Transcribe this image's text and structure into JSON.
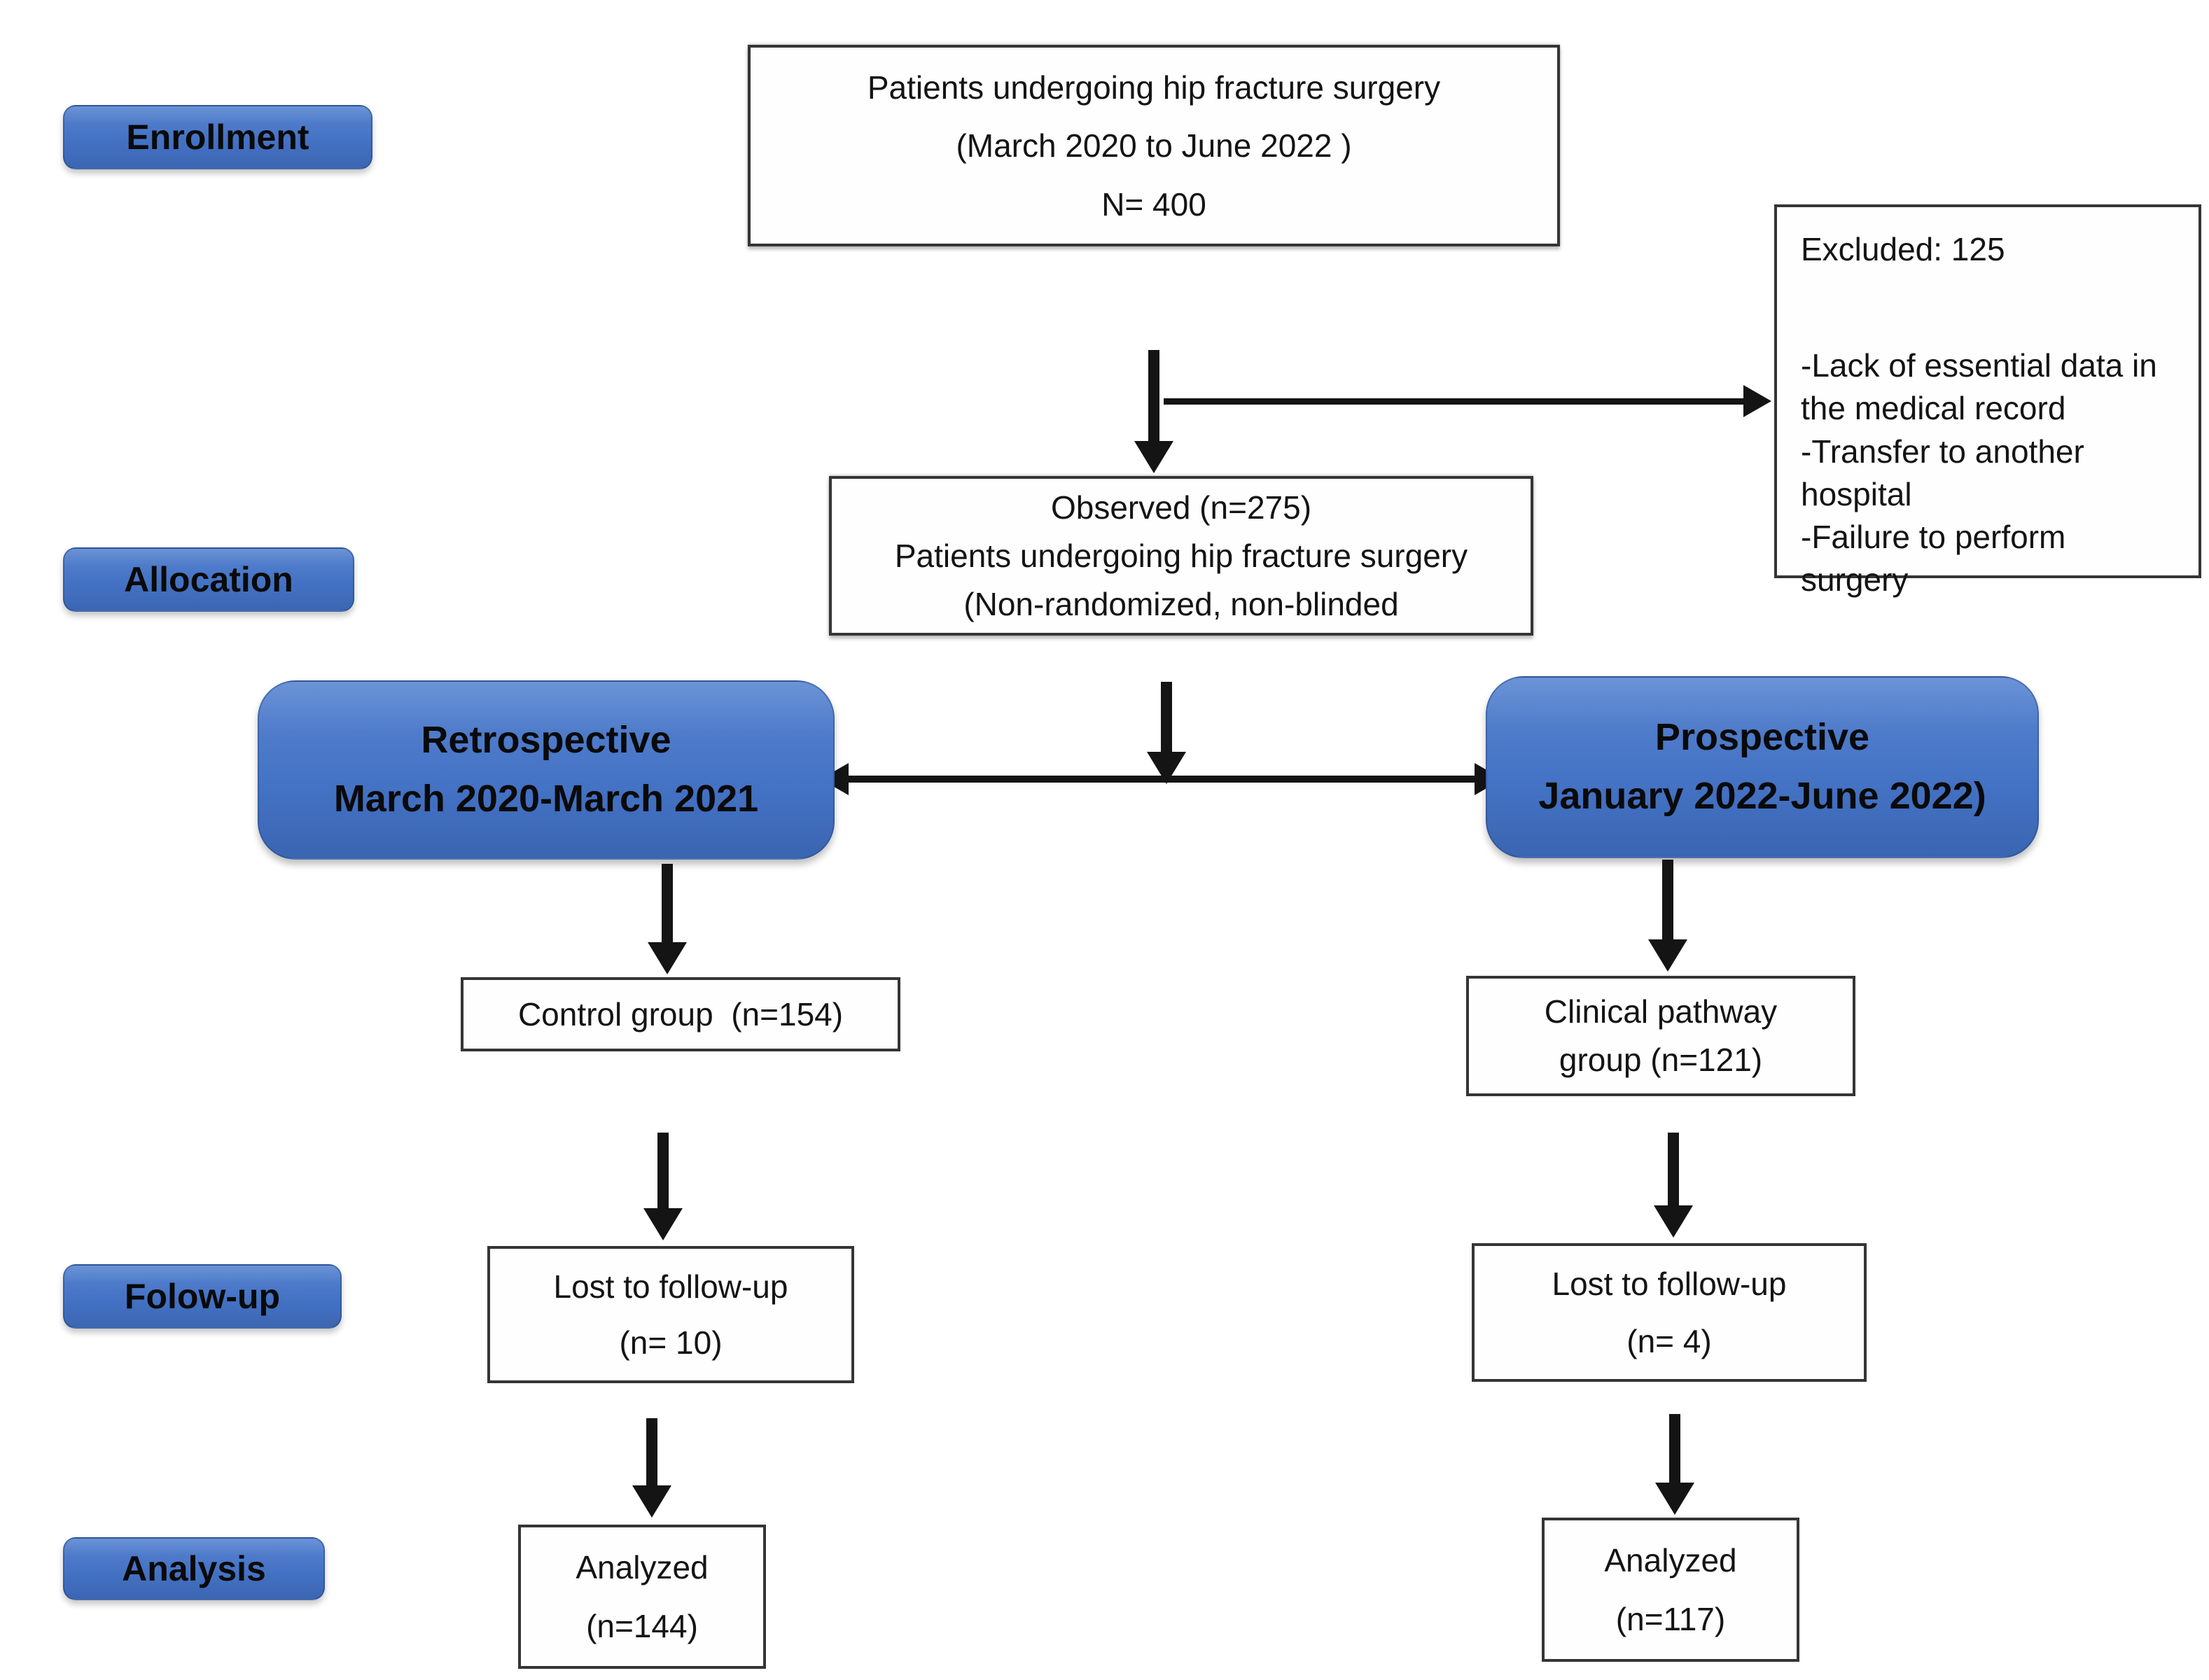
{
  "stages": {
    "enrollment": "Enrollment",
    "allocation": "Allocation",
    "followup": "Folow-up",
    "analysis": "Analysis"
  },
  "boxes": {
    "top": {
      "line1": "Patients undergoing hip fracture surgery",
      "line2": "(March 2020 to June 2022 )",
      "line3": "N= 400"
    },
    "excluded": {
      "title": "Excluded: 125",
      "items": [
        "-Lack of essential data in the medical record",
        "-Transfer to another hospital",
        "-Failure to perform surgery"
      ]
    },
    "observed": {
      "line1": "Observed (n=275)",
      "line2": "Patients undergoing hip fracture surgery",
      "line3": "(Non-randomized, non-blinded"
    },
    "retrospective": {
      "line1": "Retrospective",
      "line2": "March 2020-March 2021"
    },
    "prospective": {
      "line1": "Prospective",
      "line2": "January 2022-June 2022)"
    },
    "control": {
      "text": "Control group  (n=154)"
    },
    "clinical_pathway": {
      "line1": "Clinical pathway",
      "line2": "group (n=121)"
    },
    "lost_left": {
      "line1": "Lost to follow-up",
      "line2": "(n= 10)"
    },
    "lost_right": {
      "line1": "Lost to follow-up",
      "line2": "(n= 4)"
    },
    "analyzed_left": {
      "line1": "Analyzed",
      "line2": "(n=144)"
    },
    "analyzed_right": {
      "line1": "Analyzed",
      "line2": "(n=117)"
    }
  },
  "colors": {
    "stage_blue": "#4472c4",
    "stage_blue_dark": "#3a65b1",
    "stage_border": "#2f5597",
    "box_border": "#353535",
    "arrow_black": "#141414",
    "text_black": "#141414",
    "background": "#ffffff"
  }
}
